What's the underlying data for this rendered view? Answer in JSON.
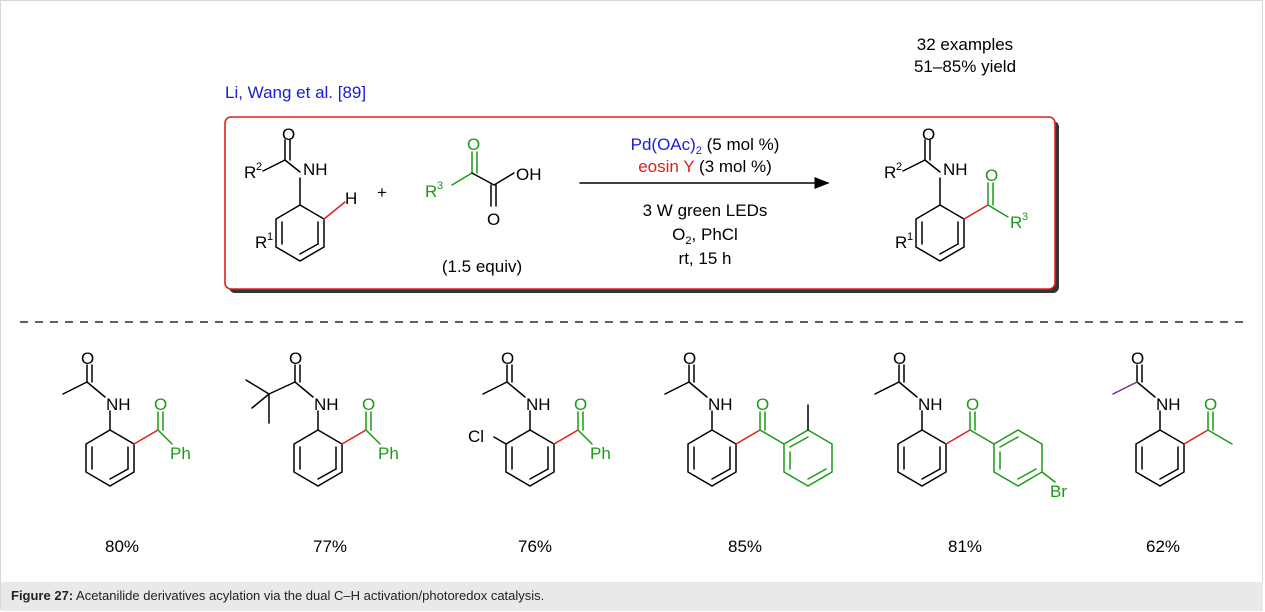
{
  "header": {
    "citation": "Li, Wang et al. [89]",
    "examples": "32 examples",
    "yield_range": "51–85% yield"
  },
  "reaction": {
    "plus": "+",
    "reagent_equiv": "(1.5 equiv)",
    "catalyst_pd_base": "Pd(OAc)",
    "catalyst_pd_sub": "2",
    "catalyst_pd_loading": " (5 mol %)",
    "catalyst_eosin": "eosin Y",
    "catalyst_eosin_loading": " (3 mol %)",
    "condition_light": "3 W green LEDs",
    "condition_oxidant_base": "O",
    "condition_oxidant_sub": "2",
    "condition_solvent": ", PhCl",
    "condition_time": "rt, 15 h"
  },
  "atoms": {
    "O": "O",
    "NH": "NH",
    "H": "H",
    "OH": "OH",
    "R": "R",
    "sup1": "1",
    "sup2": "2",
    "sup3": "3",
    "Ph": "Ph",
    "Cl": "Cl",
    "Br": "Br"
  },
  "products": [
    {
      "yield": "80%"
    },
    {
      "yield": "77%"
    },
    {
      "yield": "76%"
    },
    {
      "yield": "85%"
    },
    {
      "yield": "81%"
    },
    {
      "yield": "62%"
    }
  ],
  "caption": {
    "label": "Figure 27:",
    "text": " Acetanilide derivatives acylation via the dual C–H activation/photoredox catalysis."
  },
  "colors": {
    "blue": "#1a1adb",
    "red": "#e0201b",
    "green": "#1a9a1a",
    "purple": "#7a2a8a",
    "black": "#000000"
  }
}
